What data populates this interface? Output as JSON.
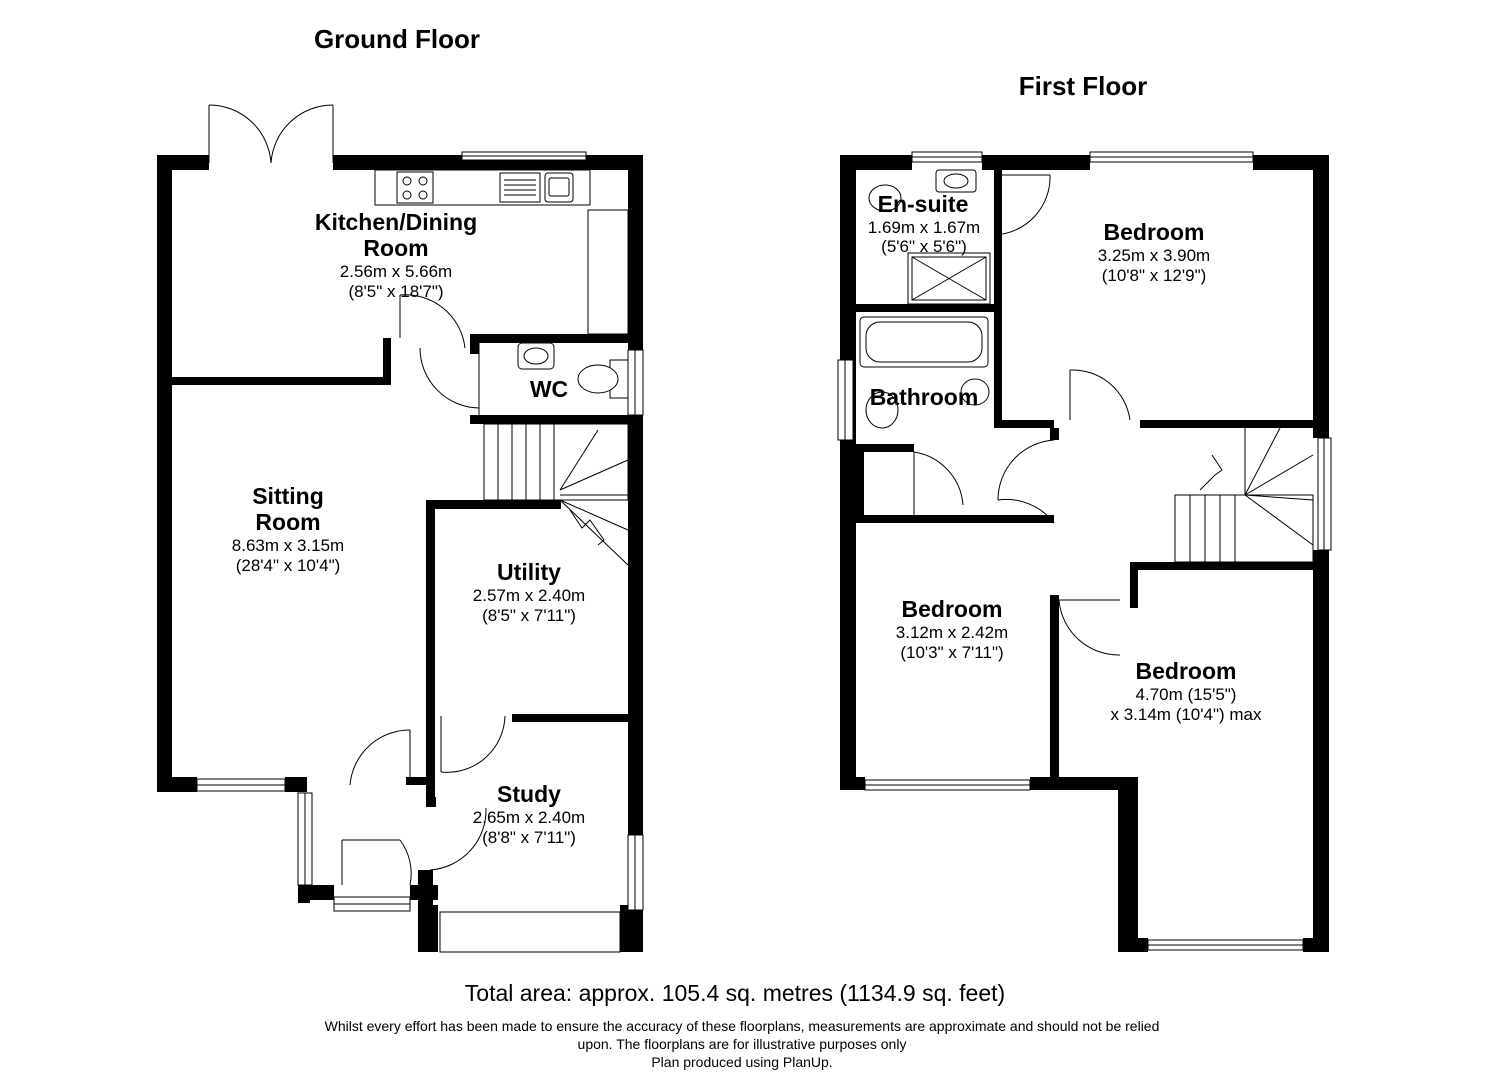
{
  "floors": {
    "ground": {
      "title": "Ground Floor",
      "rooms": {
        "kitchen": {
          "name1": "Kitchen/Dining",
          "name2": "Room",
          "metric": "2.56m x 5.66m",
          "imperial": "(8'5\" x 18'7\")"
        },
        "wc": {
          "name": "WC"
        },
        "sitting": {
          "name1": "Sitting",
          "name2": "Room",
          "metric": "8.63m x 3.15m",
          "imperial": "(28'4\" x 10'4\")"
        },
        "utility": {
          "name": "Utility",
          "metric": "2.57m x 2.40m",
          "imperial": "(8'5\" x 7'11\")"
        },
        "study": {
          "name": "Study",
          "metric": "2.65m x 2.40m",
          "imperial": "(8'8\" x 7'11\")"
        }
      }
    },
    "first": {
      "title": "First Floor",
      "rooms": {
        "ensuite": {
          "name": "En-suite",
          "metric": "1.69m x 1.67m",
          "imperial": "(5'6\" x 5'6\")"
        },
        "bedroom_main": {
          "name": "Bedroom",
          "metric": "3.25m x 3.90m",
          "imperial": "(10'8\" x 12'9\")"
        },
        "bathroom": {
          "name": "Bathroom"
        },
        "bedroom_small": {
          "name": "Bedroom",
          "metric": "3.12m x 2.42m",
          "imperial": "(10'3\" x 7'11\")"
        },
        "bedroom_large": {
          "name": "Bedroom",
          "line1": "4.70m (15'5\")",
          "line2": "x 3.14m (10'4\") max"
        }
      }
    }
  },
  "footer": {
    "total_area": "Total area: approx. 105.4 sq. metres (1134.9 sq. feet)",
    "disclaimer_line1": "Whilst every effort has been made to ensure the accuracy of these floorplans, measurements are approximate and should not be relied",
    "disclaimer_line2": "upon. The floorplans are for illustrative purposes only",
    "disclaimer_line3": "Plan produced using PlanUp."
  }
}
